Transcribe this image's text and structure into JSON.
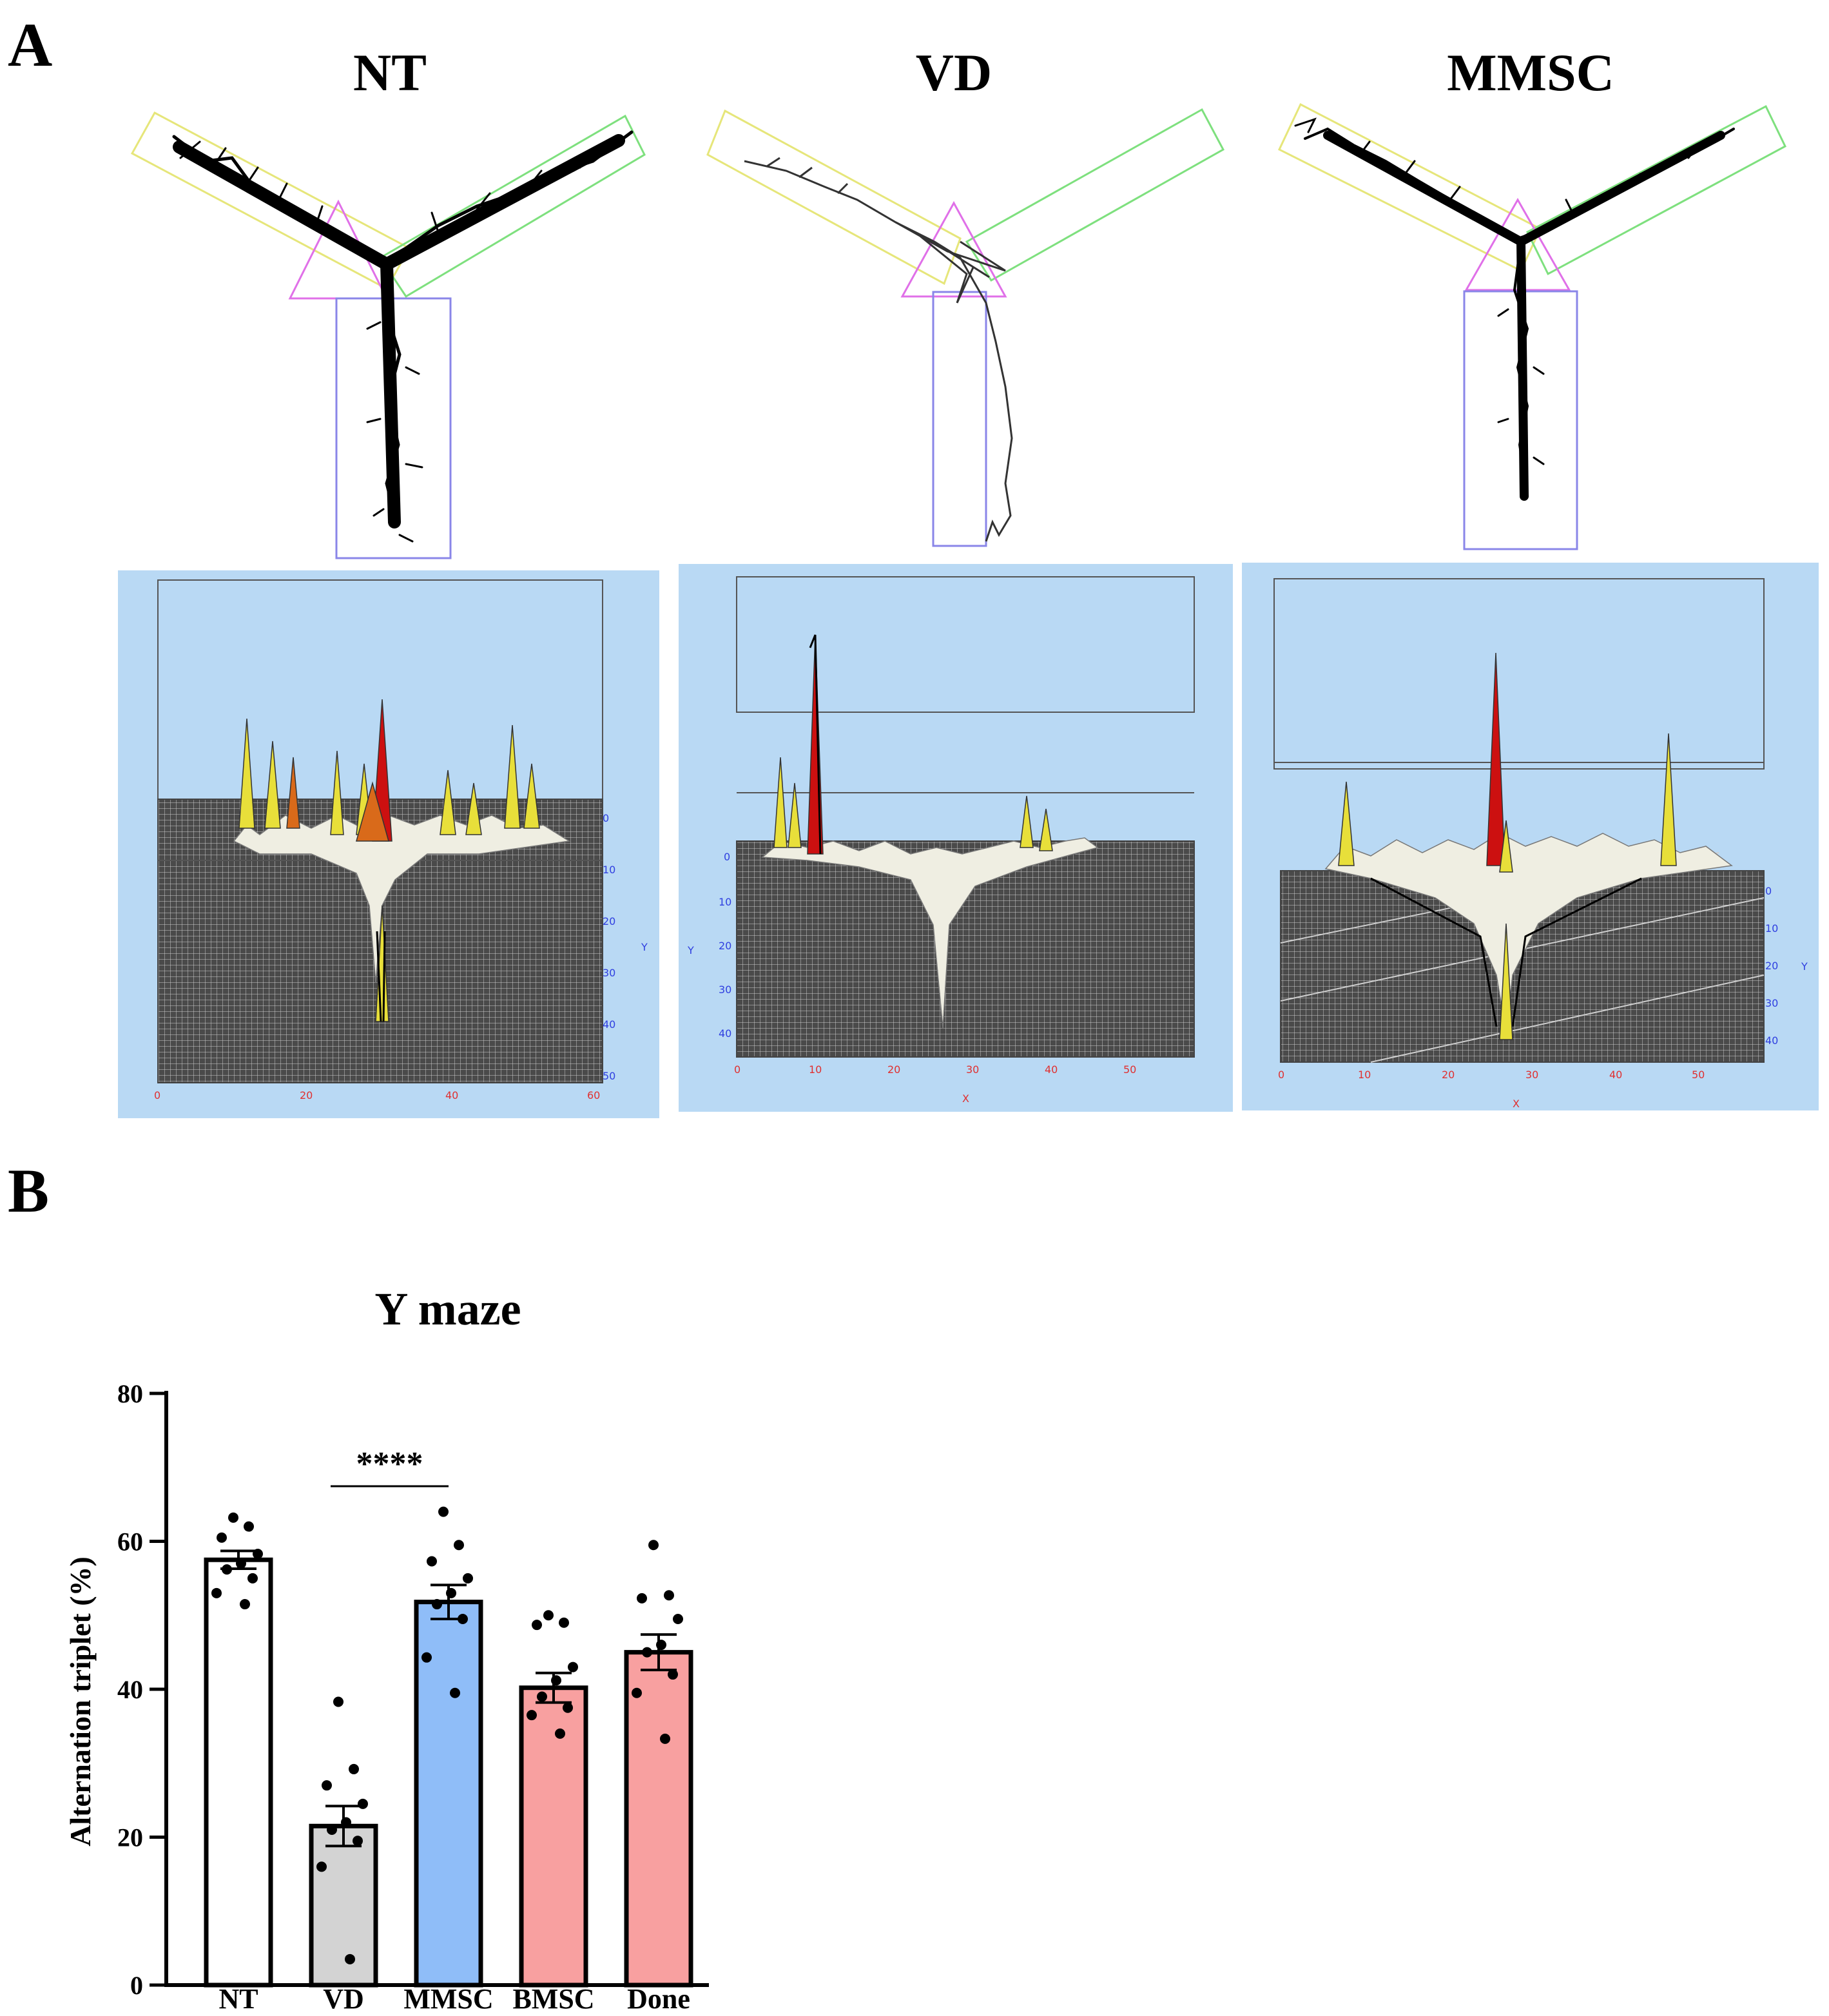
{
  "panels": {
    "a_label": "A",
    "b_label": "B"
  },
  "panel_a": {
    "groups": [
      {
        "name": "NT"
      },
      {
        "name": "VD"
      },
      {
        "name": "MMSC"
      }
    ],
    "heatmaps": [
      {
        "x_ticks": [
          "0",
          "20",
          "40",
          "60"
        ],
        "y_ticks": [
          "0",
          "10",
          "20",
          "30",
          "40",
          "50"
        ],
        "y_axis_label": "Y",
        "x_axis_label": ""
      },
      {
        "x_ticks": [
          "0",
          "10",
          "20",
          "30",
          "40",
          "50"
        ],
        "y_ticks": [
          "0",
          "10",
          "20",
          "30",
          "40"
        ],
        "y_axis_label": "Y",
        "x_axis_label": "X"
      },
      {
        "x_ticks": [
          "0",
          "10",
          "20",
          "30",
          "40",
          "50"
        ],
        "y_ticks": [
          "0",
          "10",
          "20",
          "30",
          "40"
        ],
        "y_axis_label": "Y",
        "x_axis_label": "X"
      }
    ],
    "colors": {
      "heatmap_bg": "#b9d9f4",
      "arm_left": "#e6e67a",
      "arm_right": "#7ee07e",
      "arm_bottom": "#8a86e8",
      "center": "#e070e8",
      "peak_red": "#cc1010",
      "peak_yellow": "#e8df3a"
    }
  },
  "chart_data": {
    "type": "bar",
    "title": "Y maze",
    "xlabel": "",
    "ylabel": "Alternation triplet (%)",
    "ylim": [
      0,
      80
    ],
    "y_ticks": [
      0,
      20,
      40,
      60,
      80
    ],
    "categories": [
      "NT",
      "VD",
      "MMSC",
      "BMSC",
      "Done"
    ],
    "values": [
      57.5,
      21.5,
      51.8,
      40.2,
      45.0
    ],
    "sem": [
      1.2,
      2.7,
      2.3,
      2.0,
      2.4
    ],
    "colors": [
      "#ffffff",
      "#d3d3d3",
      "#8fbdf8",
      "#f8a0a0",
      "#f8a0a0"
    ],
    "points": [
      [
        63.2,
        62.0,
        60.5,
        58.3,
        57.0,
        56.2,
        55.0,
        53.0,
        51.5
      ],
      [
        38.3,
        29.2,
        27.0,
        24.5,
        22.0,
        21.0,
        19.5,
        16.0,
        3.5
      ],
      [
        64.0,
        59.5,
        57.3,
        55.0,
        53.0,
        51.5,
        49.5,
        44.3,
        39.5
      ],
      [
        50.0,
        49.0,
        48.7,
        43.0,
        41.2,
        39.0,
        37.5,
        36.5,
        34.0
      ],
      [
        59.5,
        52.7,
        52.3,
        49.5,
        46.0,
        45.0,
        42.0,
        39.5,
        33.3
      ]
    ],
    "significance": {
      "from": 1,
      "to": 2,
      "label": "****"
    }
  }
}
